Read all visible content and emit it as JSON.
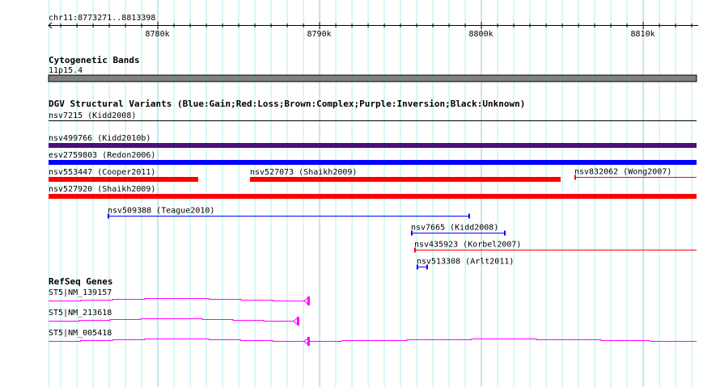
{
  "region": {
    "chrom": "chr11",
    "start": 8773271,
    "end": 8813398,
    "label": "chr11:8773271..8813398"
  },
  "ruler": {
    "ticks": [
      {
        "pos": 8780000,
        "label": "8780k"
      },
      {
        "pos": 8790000,
        "label": "8790k"
      },
      {
        "pos": 8800000,
        "label": "8800k"
      },
      {
        "pos": 8810000,
        "label": "8810k"
      }
    ]
  },
  "tracks": {
    "cyto": {
      "title": "Cytogenetic Bands",
      "band": "11p15.4",
      "color": "#808080"
    },
    "dgv": {
      "title": "DGV Structural Variants (Blue:Gain;Red:Loss;Brown:Complex;Purple:Inversion;Black:Unknown)",
      "features": [
        {
          "name": "nsv7215 (Kidd2008)",
          "start": 8773271,
          "end": 8813398,
          "row": 0,
          "color": "#000000",
          "style": "thin"
        },
        {
          "name": "nsv499766 (Kidd2010b)",
          "start": 8773271,
          "end": 8813398,
          "row": 1,
          "color": "#4b0f7a",
          "style": "thick"
        },
        {
          "name": "esv2759803 (Redon2006)",
          "start": 8773271,
          "end": 8813398,
          "row": 2,
          "color": "#0000ff",
          "style": "thick"
        },
        {
          "name": "nsv553447 (Cooper2011)",
          "start": 8773271,
          "end": 8782520,
          "row": 3,
          "color": "#ff0000",
          "style": "thick"
        },
        {
          "name": "nsv527073 (Shaikh2009)",
          "start": 8785720,
          "end": 8804920,
          "row": 3,
          "color": "#ff0000",
          "style": "thick"
        },
        {
          "name": "nsv832062 (Wong2007)",
          "start": 8805770,
          "end": 8813398,
          "row": 3,
          "color": "#ff0000",
          "style": "thinstart"
        },
        {
          "name": "nsv527920 (Shaikh2009)",
          "start": 8773271,
          "end": 8813398,
          "row": 4,
          "color": "#ff0000",
          "style": "thick"
        },
        {
          "name": "nsv509388 (Teague2010)",
          "start": 8776920,
          "end": 8799270,
          "row": 5,
          "color": "#0000ff",
          "style": "ticks"
        },
        {
          "name": "nsv7665 (Kidd2008)",
          "start": 8795670,
          "end": 8801470,
          "row": 6,
          "color": "#0000ff",
          "style": "ticks"
        },
        {
          "name": "nsv435923 (Korbel2007)",
          "start": 8795870,
          "end": 8813398,
          "row": 7,
          "color": "#ff0000",
          "style": "thinstart"
        },
        {
          "name": "nsv513308 (Arlt2011)",
          "start": 8796020,
          "end": 8796670,
          "row": 8,
          "color": "#0000ff",
          "style": "ticks"
        }
      ]
    },
    "refseq": {
      "title": "RefSeq Genes",
      "color": "#ff00ff",
      "genes": [
        {
          "name": "ST5|NM_139157",
          "start": 8773271,
          "end": 8789420,
          "strand": "-",
          "row": 0,
          "extend": false
        },
        {
          "name": "ST5|NM_213618",
          "start": 8773271,
          "end": 8788770,
          "strand": "-",
          "row": 1,
          "extend": false
        },
        {
          "name": "ST5|NM_005418",
          "start": 8773271,
          "end": 8789420,
          "strand": "-",
          "row": 2,
          "extend": true
        }
      ]
    }
  }
}
